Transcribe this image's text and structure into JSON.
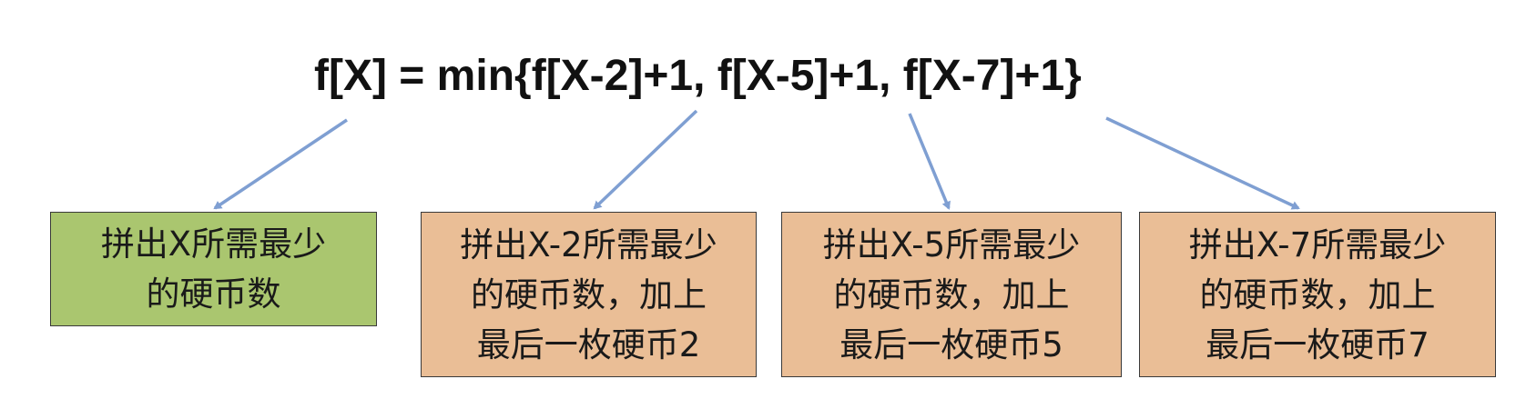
{
  "formula": "f[X] = min{f[X-2]+1, f[X-5]+1, f[X-7]+1}",
  "boxes": [
    {
      "id": "x",
      "lines": [
        "拼出X所需最少",
        "的硬币数"
      ],
      "color": "#aac66f"
    },
    {
      "id": "x-2",
      "lines": [
        "拼出X-2所需最少",
        "的硬币数，加上",
        "最后一枚硬币2"
      ],
      "color": "#eabe96"
    },
    {
      "id": "x-5",
      "lines": [
        "拼出X-5所需最少",
        "的硬币数，加上",
        "最后一枚硬币5"
      ],
      "color": "#eabe96"
    },
    {
      "id": "x-7",
      "lines": [
        "拼出X-7所需最少",
        "的硬币数，加上",
        "最后一枚硬币7"
      ],
      "color": "#eabe96"
    }
  ],
  "colors": {
    "arrow": "#7f9fd2",
    "border": "#3a3a3a"
  }
}
